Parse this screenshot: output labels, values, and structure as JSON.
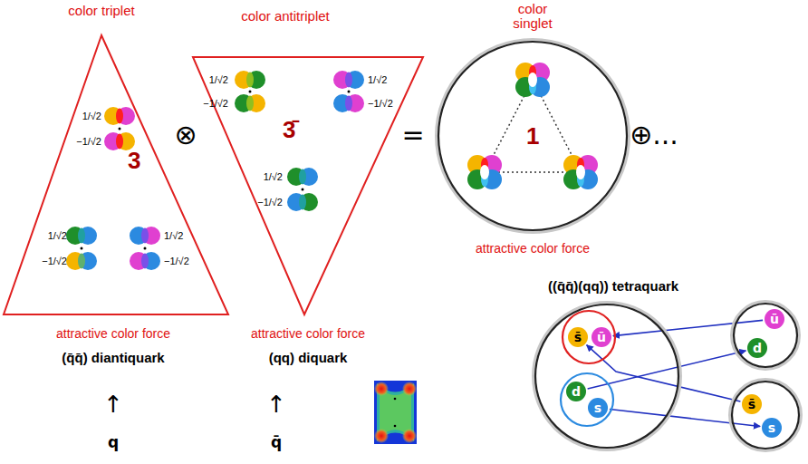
{
  "diagram": {
    "nodes": [
      {
        "text": [
          "color triplet",
          "3"
        ]
      },
      {
        "text": [
          "color antitriplet",
          "3̄"
        ]
      },
      {
        "text": [
          "color singlet",
          "1"
        ]
      },
      {
        "text": [
          "((q̄q̄)(qq)) tetraquark"
        ]
      },
      {
        "text": [],
        "in": 3
      },
      {
        "text": [
          "s̄"
        ],
        "in": 4
      },
      {
        "text": [
          "ū"
        ],
        "in": 4
      },
      {
        "text": [],
        "in": 3
      },
      {
        "text": [
          "d"
        ],
        "in": 7
      },
      {
        "text": [
          "s"
        ],
        "in": 7
      },
      {
        "text": []
      },
      {
        "text": [
          "ū"
        ],
        "in": 10
      },
      {
        "text": [
          "d"
        ],
        "in": 10
      },
      {
        "text": []
      },
      {
        "text": [
          "s̄"
        ],
        "in": 13
      },
      {
        "text": [
          "s"
        ],
        "in": 13
      }
    ],
    "edges": [
      {
        "from": 11,
        "to": 6,
        "arrow": "to"
      },
      {
        "from": 8,
        "to": 12,
        "arrow": "to"
      },
      {
        "from": 14,
        "to": 5,
        "arrow": "to"
      },
      {
        "from": 9,
        "to": 15,
        "arrow": "to"
      }
    ],
    "labels": [
      "1/√2",
      "−1/√2",
      "1/√2",
      "−1/√2",
      "1/√2",
      "−1/√2",
      "⊗",
      "1/√2",
      "−1/√2",
      "1/√2",
      "−1/√2",
      "1/√2",
      "−1/√2",
      "=",
      "attractive color force",
      "⊕...",
      "attractive color force",
      "(q̄q̄) diantiquark",
      "↑",
      "q",
      "attractive color force",
      "(qq) diquark",
      "↑",
      "q̄"
    ]
  }
}
